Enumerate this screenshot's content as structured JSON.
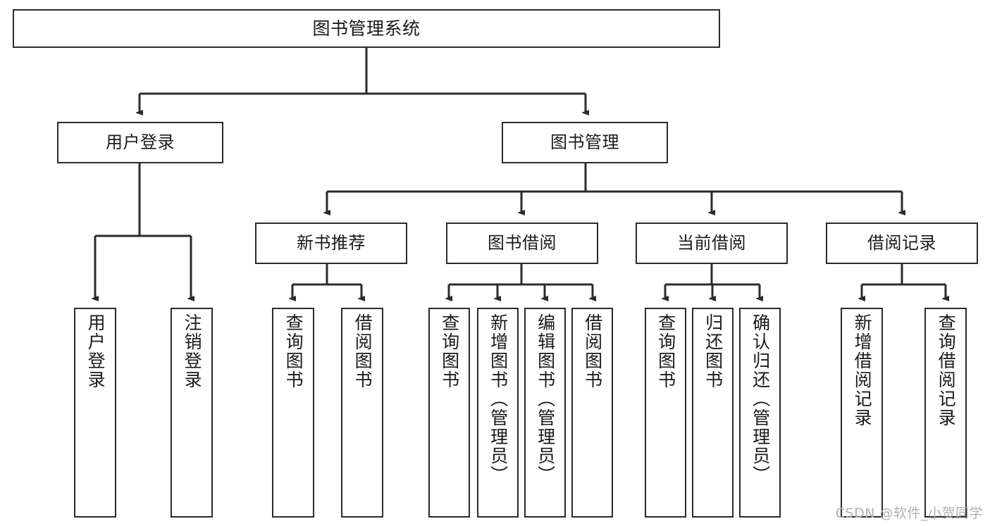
{
  "diagram": {
    "type": "tree-hierarchy-chart",
    "title": "图书管理系统",
    "colors": {
      "box_border": "#2b2b2b",
      "box_fill": "#ffffff",
      "edge": "#2b2b2b",
      "text": "#1a1a1a",
      "watermark": "#b0b0b0",
      "background": "#ffffff"
    },
    "levels": {
      "root": {
        "id": "root",
        "label": "图书管理系统",
        "orientation": "horizontal"
      },
      "level2": [
        {
          "id": "user-login",
          "label": "用户登录",
          "orientation": "horizontal"
        },
        {
          "id": "book-management",
          "label": "图书管理",
          "orientation": "horizontal"
        }
      ],
      "level3": [
        {
          "id": "new-book-recommend",
          "label": "新书推荐",
          "orientation": "horizontal",
          "parent": "book-management"
        },
        {
          "id": "book-borrow",
          "label": "图书借阅",
          "orientation": "horizontal",
          "parent": "book-management"
        },
        {
          "id": "current-borrow",
          "label": "当前借阅",
          "orientation": "horizontal",
          "parent": "book-management"
        },
        {
          "id": "borrow-record",
          "label": "借阅记录",
          "orientation": "horizontal",
          "parent": "book-management"
        }
      ],
      "leaves": [
        {
          "id": "leaf-user-login",
          "label": "用户登录",
          "parent": "user-login"
        },
        {
          "id": "leaf-logout-login",
          "label": "注销登录",
          "parent": "user-login"
        },
        {
          "id": "leaf-query-book-1",
          "label": "查询图书",
          "parent": "new-book-recommend"
        },
        {
          "id": "leaf-borrow-book-1",
          "label": "借阅图书",
          "parent": "new-book-recommend"
        },
        {
          "id": "leaf-query-book-2",
          "label": "查询图书",
          "parent": "book-borrow"
        },
        {
          "id": "leaf-add-book",
          "label": "新增图书（管理员）",
          "parent": "book-borrow"
        },
        {
          "id": "leaf-edit-book",
          "label": "编辑图书（管理员）",
          "parent": "book-borrow"
        },
        {
          "id": "leaf-borrow-book-2",
          "label": "借阅图书",
          "parent": "book-borrow"
        },
        {
          "id": "leaf-query-book-3",
          "label": "查询图书",
          "parent": "current-borrow"
        },
        {
          "id": "leaf-return-book",
          "label": "归还图书",
          "parent": "current-borrow"
        },
        {
          "id": "leaf-confirm-return",
          "label": "确认归还（管理员）",
          "parent": "current-borrow"
        },
        {
          "id": "leaf-add-record",
          "label": "新增借阅记录",
          "parent": "borrow-record"
        },
        {
          "id": "leaf-query-record",
          "label": "查询借阅记录",
          "parent": "borrow-record"
        }
      ]
    },
    "watermark": "CSDN @软件_小贺同学"
  }
}
